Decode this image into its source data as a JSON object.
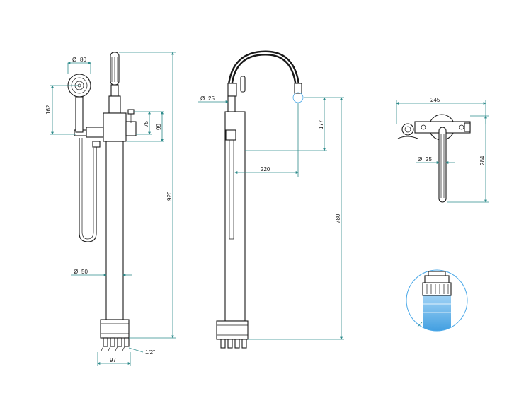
{
  "dimensions": {
    "handshower_diameter": "80",
    "handshower_height": "162",
    "lever_offset": "75",
    "lever_height": "99",
    "total_height": "926",
    "column_diameter": "50",
    "base_width": "97",
    "inlet_thread": "1/2\"",
    "side_column_diameter": "25",
    "spout_drop": "177",
    "spout_reach": "220",
    "spout_height": "780",
    "top_width": "245",
    "top_diameter": "25",
    "top_depth": "284"
  },
  "colors": {
    "dimension_line": "#2e8b8b",
    "outline": "#1a1a1a",
    "water_highlight": "#4aa8e8"
  }
}
